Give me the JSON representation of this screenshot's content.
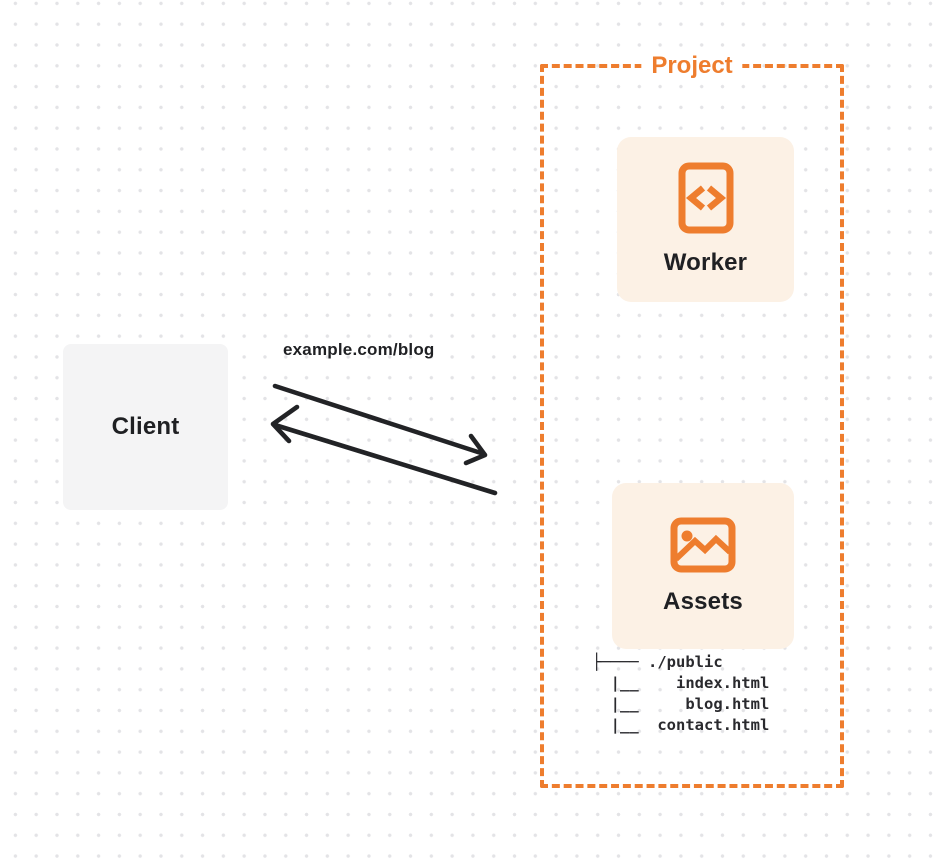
{
  "diagram": {
    "client": {
      "label": "Client"
    },
    "request_label": "example.com/blog",
    "project": {
      "title": "Project",
      "nodes": [
        {
          "id": "worker",
          "label": "Worker",
          "icon": "code-document-icon"
        },
        {
          "id": "assets",
          "label": "Assets",
          "icon": "image-icon"
        }
      ],
      "file_tree": {
        "root": "./public",
        "files": [
          "index.html",
          "blog.html",
          "contact.html"
        ],
        "ascii": "├──── ./public\n  |__    index.html\n  |__     blog.html\n  |__  contact.html"
      }
    },
    "colors": {
      "accent_orange": "#ee7d2e",
      "card_background": "#fcf1e5",
      "client_background": "#f4f4f5",
      "ink": "#1f2023",
      "grid_dot": "#e3e3e6"
    }
  }
}
